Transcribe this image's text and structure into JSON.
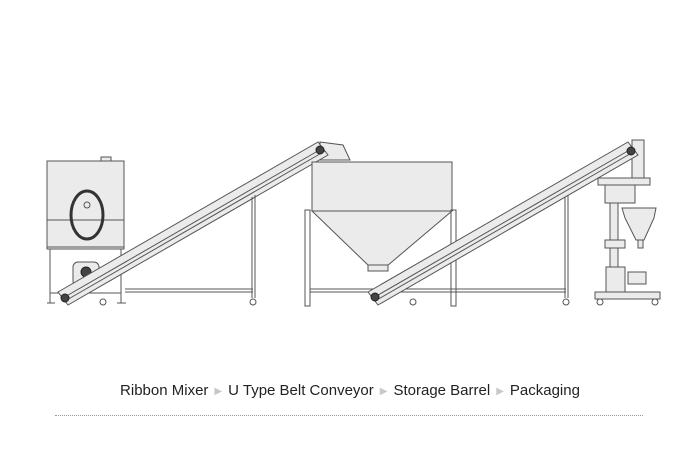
{
  "caption": {
    "steps": [
      "Ribbon Mixer",
      "U Type Belt Conveyor",
      "Storage Barrel",
      "Packaging"
    ],
    "separator_icon": "triangle-right-icon",
    "separator_char": "▶"
  },
  "colors": {
    "line": "#555555",
    "fill": "#ebebeb",
    "text": "#222222"
  }
}
